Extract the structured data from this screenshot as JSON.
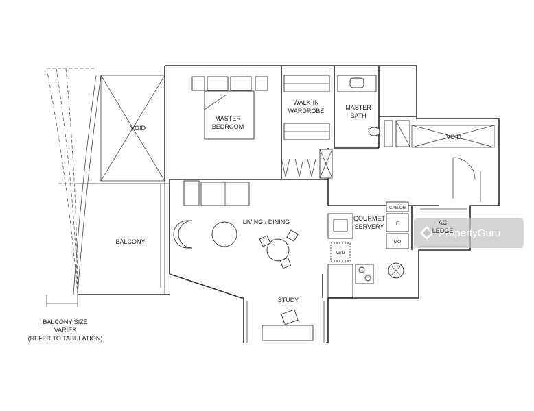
{
  "rooms": {
    "void_left": "VOID",
    "master_bedroom": [
      "MASTER",
      "BEDROOM"
    ],
    "walk_in_wardrobe": [
      "WALK-IN",
      "WARDROBE"
    ],
    "master_bath": [
      "MASTER",
      "BATH"
    ],
    "void_right": "VOID",
    "balcony": "BALCONY",
    "living_dining": "LIVING / DINING",
    "gourmet_servery": [
      "GOURMET",
      "SERVERY"
    ],
    "ac_ledge": [
      "AC",
      "LEDGE"
    ],
    "study": "STUDY"
  },
  "fixtures": {
    "cab_db": "CAB/DB",
    "fridge": "F",
    "microwave_oven": "MO",
    "washer_dryer": "W/D"
  },
  "note": [
    "BALCONY SIZE",
    "VARIES",
    "(REFER TO TABULATION)"
  ],
  "watermark": "PropertyGuru"
}
